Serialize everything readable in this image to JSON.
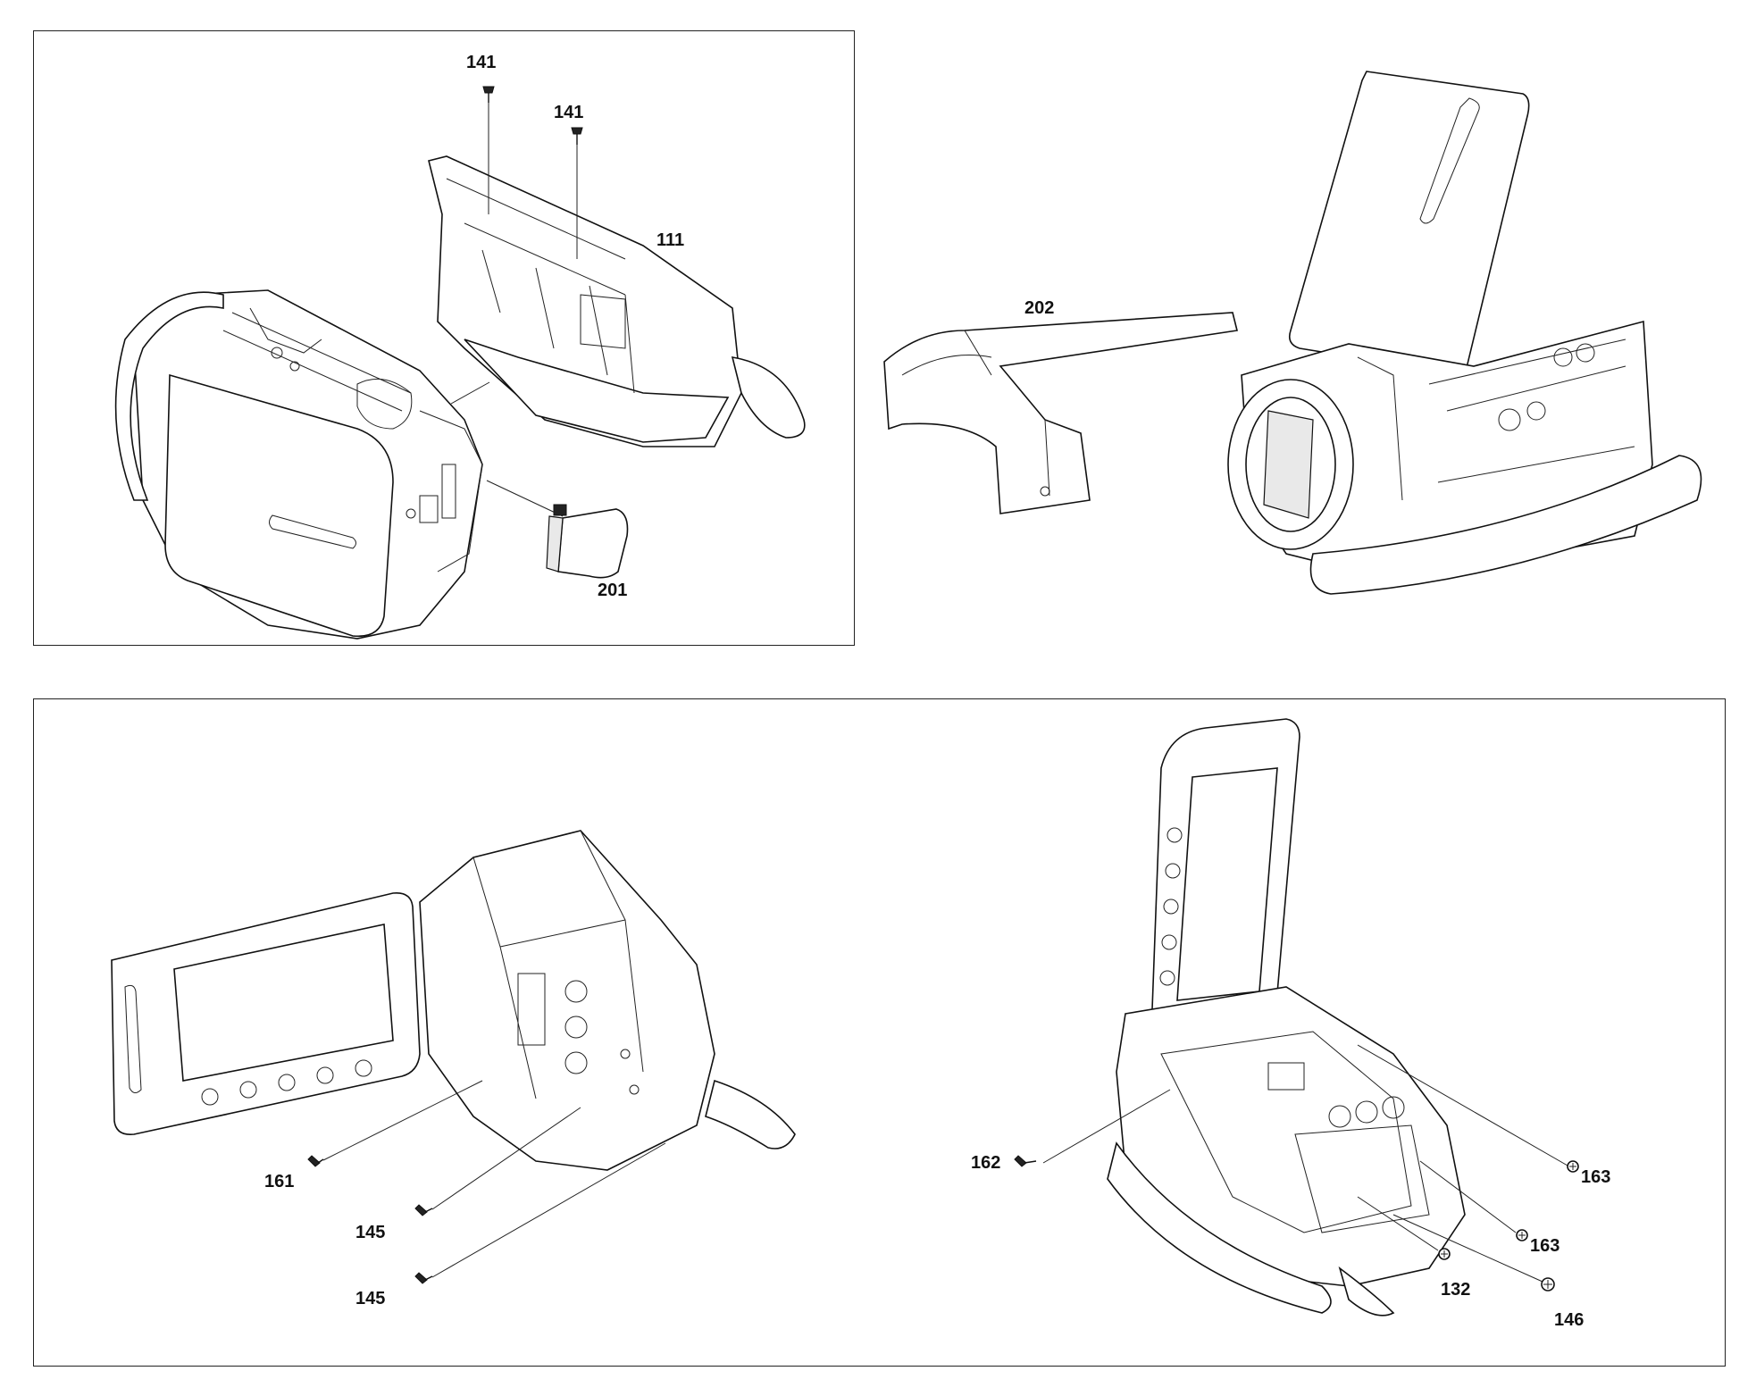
{
  "diagram": {
    "part_labels": {
      "p141a": "141",
      "p141b": "141",
      "p111": "111",
      "p201": "201",
      "p202": "202",
      "p161": "161",
      "p145a": "145",
      "p145b": "145",
      "p162": "162",
      "p163a": "163",
      "p163b": "163",
      "p132": "132",
      "p146": "146"
    }
  }
}
